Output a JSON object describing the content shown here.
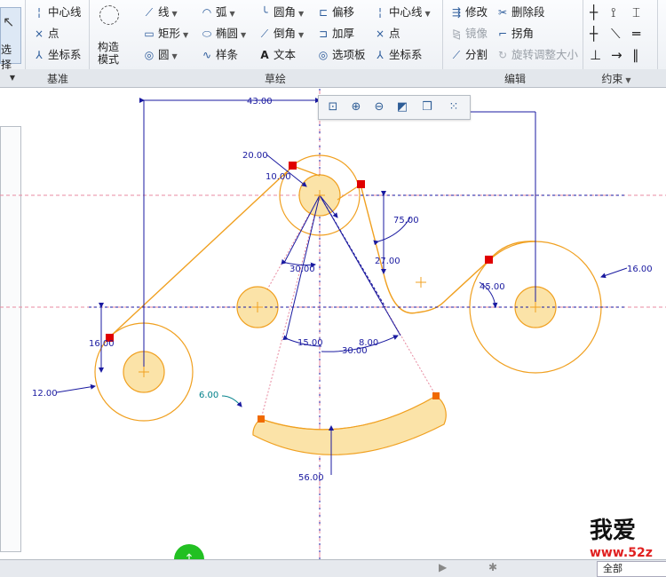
{
  "ribbon": {
    "select_label": "选择",
    "datum_group": {
      "centerline": "中心线",
      "point": "点",
      "coord_system": "坐标系",
      "label": "基准"
    },
    "construct_mode": {
      "line1": "构造",
      "line2": "模式"
    },
    "sketch_group": {
      "line": "线",
      "arc": "弧",
      "fillet": "圆角",
      "offset": "偏移",
      "centerline": "中心线",
      "rectangle": "矩形",
      "ellipse": "椭圆",
      "chamfer": "倒角",
      "thicken": "加厚",
      "point": "点",
      "circle": "圆",
      "spline": "样条",
      "text": "文本",
      "palette": "选项板",
      "coord_system": "坐标系",
      "label": "草绘"
    },
    "edit_group": {
      "modify": "修改",
      "delete_segment": "删除段",
      "mirror": "镜像",
      "corner": "拐角",
      "divide": "分割",
      "rotate_resize": "旋转调整大小",
      "label": "编辑"
    },
    "constraint_group": {
      "label": "约束"
    }
  },
  "dimensions": {
    "d43": "43.00",
    "d20": "20.00",
    "d10": "10.00",
    "d75": "75.00",
    "d27": "27.00",
    "d30a": "30.00",
    "d45": "45.00",
    "d16a": "16.00",
    "d16b": "16.00",
    "d15": "15.00",
    "d8": "8.00",
    "d30b": "30.00",
    "d12": "12.00",
    "d6": "6.00",
    "d56": "56.00"
  },
  "watermark": {
    "text": "我爱",
    "url": "www.52z"
  },
  "status": {
    "filter": "全部"
  },
  "colors": {
    "geometry": "#f0a020",
    "fill": "#fbe3a8",
    "dimension": "#1a1aa0",
    "centerline": "#e88aa0",
    "selected_point": "#e00000"
  }
}
